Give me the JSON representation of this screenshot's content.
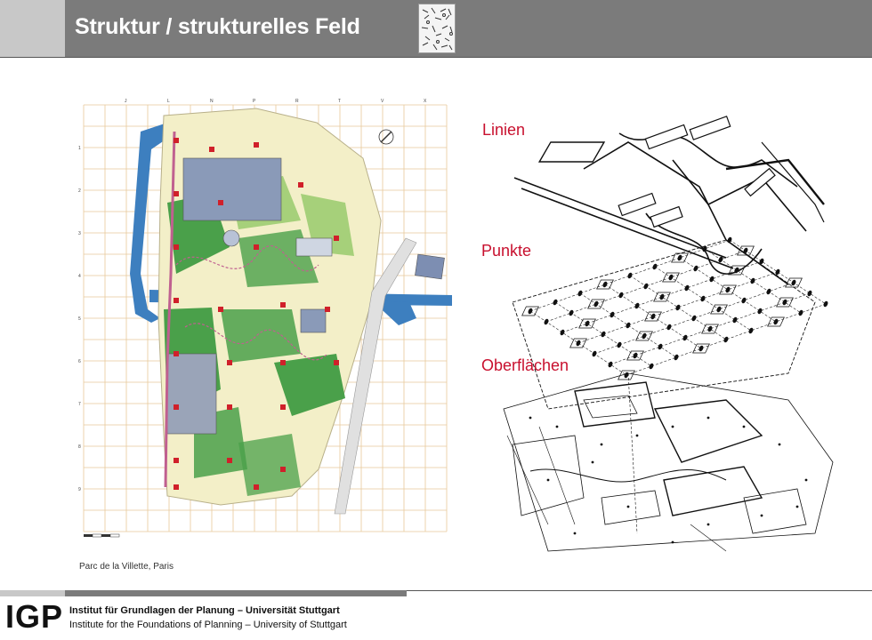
{
  "header": {
    "title": "Struktur / strukturelles Feld"
  },
  "map": {
    "column_labels": [
      "J",
      "L",
      "N",
      "P",
      "R",
      "T",
      "V",
      "X"
    ],
    "row_labels": [
      "1",
      "2",
      "3",
      "4",
      "5",
      "6",
      "7",
      "8",
      "9"
    ],
    "caption": "Parc de la Villette, Paris"
  },
  "diagram": {
    "layer_labels": {
      "lines": "Linien",
      "points": "Punkte",
      "surfaces": "Oberflächen"
    }
  },
  "footer": {
    "logo": "IGP",
    "institute_de": "Institut für Grundlagen der Planung  –  Universität Stuttgart",
    "institute_en": "Institute for the Foundations of Planning – University of Stuttgart"
  },
  "colors": {
    "header_dark": "#7b7b7b",
    "header_light": "#c8c8c8",
    "label_red": "#c8102e",
    "park_green": "#4aa04a",
    "canal_blue": "#3d7fbf",
    "path_pink": "#c06090",
    "folie_red": "#d0202a"
  }
}
